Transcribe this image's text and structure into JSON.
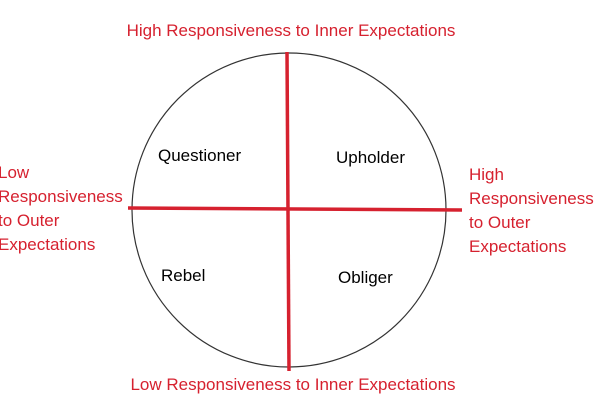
{
  "colors": {
    "accent": "#d6212f",
    "outline": "#333333",
    "text": "#000000"
  },
  "labels": {
    "top": "High Responsiveness to Inner Expectations",
    "bottom": "Low Responsiveness to Inner Expectations",
    "left": [
      "Low",
      "Responsiveness",
      "to Outer",
      "Expectations"
    ],
    "right": [
      "High",
      "Responsiveness",
      "to Outer",
      "Expectations"
    ]
  },
  "quadrants": {
    "top_left": "Questioner",
    "top_right": "Upholder",
    "bottom_left": "Rebel",
    "bottom_right": "Obliger"
  }
}
